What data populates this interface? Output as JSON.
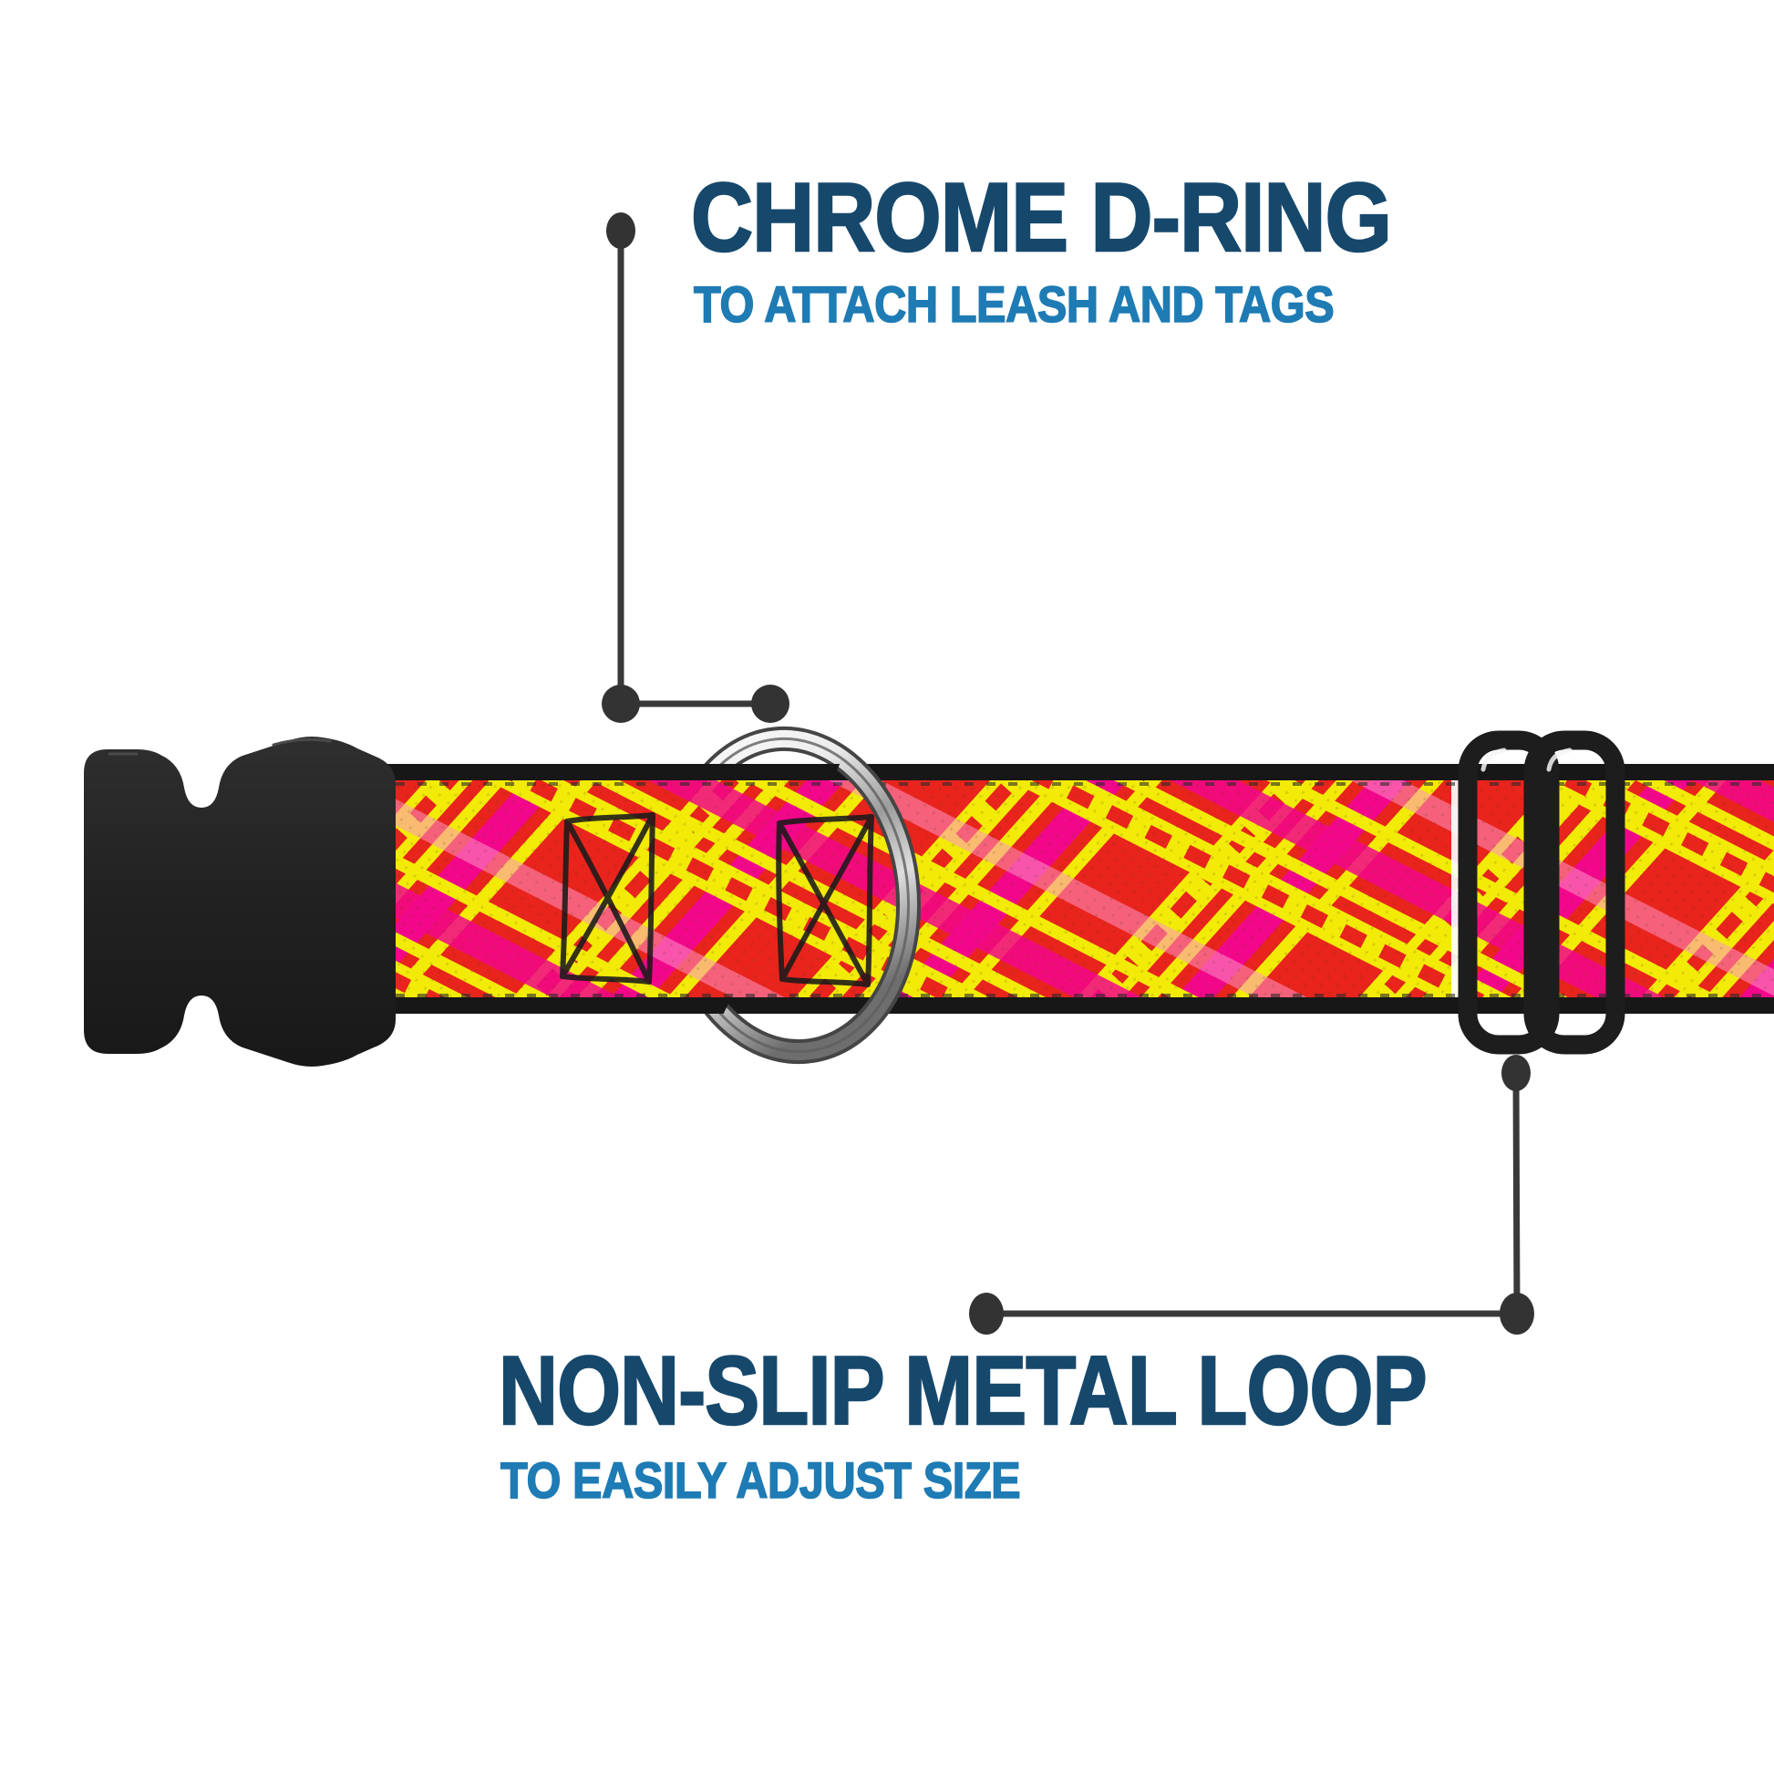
{
  "page": {
    "type": "product-infographic",
    "background": "#ffffff"
  },
  "callouts": {
    "dring": {
      "title": "CHROME D-RING",
      "subtitle": "TO ATTACH LEASH AND TAGS"
    },
    "loop": {
      "title": "NON-SLIP METAL LOOP",
      "subtitle": "TO EASILY ADJUST SIZE"
    }
  },
  "product": {
    "parts": [
      "side-release-buckle",
      "plaid-webbing-strap",
      "chrome-d-ring",
      "adjuster-slider"
    ],
    "pattern": "diagonal-plaid"
  },
  "colors": {
    "title_navy": "#16486c",
    "subtitle_blue": "#1e7bb4",
    "callout_line": "#3a3a3a",
    "callout_dot": "#333333",
    "webbing_red": "#e8241d",
    "plaid_yellow": "#f2ea07",
    "plaid_magenta": "#f2078b",
    "plaid_light_pink": "#ff93c6",
    "webbing_edge_black": "#171717",
    "buckle_black": "#202020",
    "chrome_silver": "#d9d9d9"
  }
}
